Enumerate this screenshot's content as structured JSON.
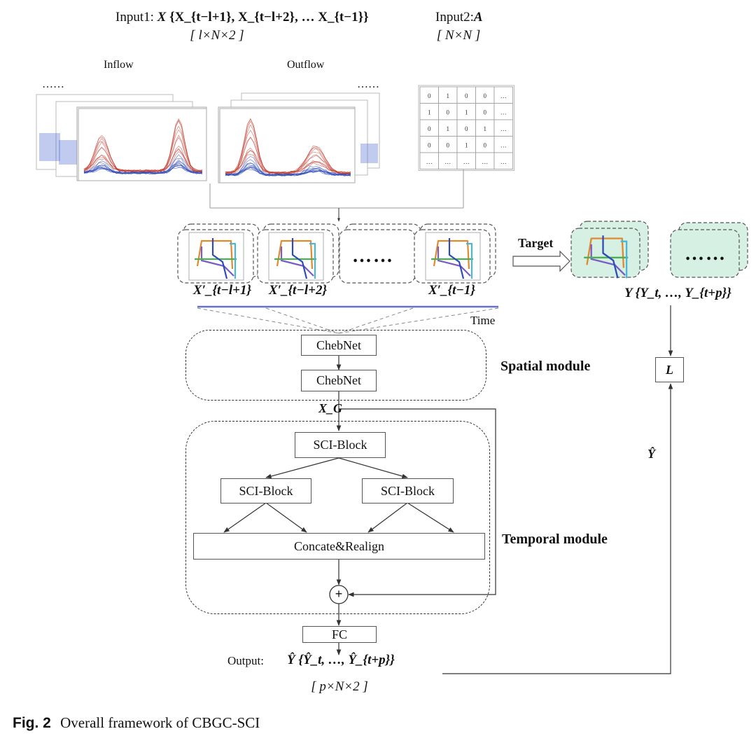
{
  "inputs": {
    "input1_label": "Input1:",
    "input1_var": "X",
    "input1_set": "{X_{t−l+1}, X_{t−l+2}, … X_{t−1}}",
    "input1_dims": "[ l×N×2 ]",
    "input2_label": "Input2:",
    "input2_var": "A",
    "input2_dims": "[ N×N ]"
  },
  "plots": {
    "inflow_label": "Inflow",
    "outflow_label": "Outflow",
    "ellipsis": "……"
  },
  "matrix": {
    "rows": [
      [
        "0",
        "1",
        "0",
        "0",
        "…"
      ],
      [
        "1",
        "0",
        "1",
        "0",
        "…"
      ],
      [
        "0",
        "1",
        "0",
        "1",
        "…"
      ],
      [
        "0",
        "0",
        "1",
        "0",
        "…"
      ],
      [
        "…",
        "…",
        "…",
        "…",
        "…"
      ]
    ]
  },
  "frames": {
    "labels": [
      "X′_{t−l+1}",
      "X′_{t−l+2}",
      "X′_{t−1}"
    ],
    "middle_ellipsis": "……",
    "time_label": "Time",
    "target_label": "Target",
    "target_ellipsis": "……",
    "y_label": "Y {Y_t, …, Y_{t+p}}"
  },
  "spatial": {
    "module_label": "Spatial module",
    "chebnet1": "ChebNet",
    "chebnet2": "ChebNet",
    "xg_label": "X_G"
  },
  "temporal": {
    "module_label": "Temporal module",
    "sci_top": "SCI-Block",
    "sci_left": "SCI-Block",
    "sci_right": "SCI-Block",
    "concat": "Concate&Realign",
    "plus": "+"
  },
  "output": {
    "fc": "FC",
    "output_label": "Output:",
    "y_hat_set": "Ŷ {Ŷ_t, …, Ŷ_{t+p}}",
    "dims": "[ p×N×2 ]"
  },
  "loss": {
    "l_label": "L",
    "y_hat_side": "Ŷ"
  },
  "caption": {
    "fig": "Fig. 2",
    "text": "Overall framework of CBGC-SCI"
  },
  "colors": {
    "inflow_red": "#c0392b",
    "flow_blue": "#2e4bb8",
    "target_fill": "#d6f0e3",
    "metro_orange": "#e08a2e",
    "metro_purple": "#7a5cc4",
    "metro_green": "#4caf50",
    "metro_cyan": "#4ab7d8"
  }
}
